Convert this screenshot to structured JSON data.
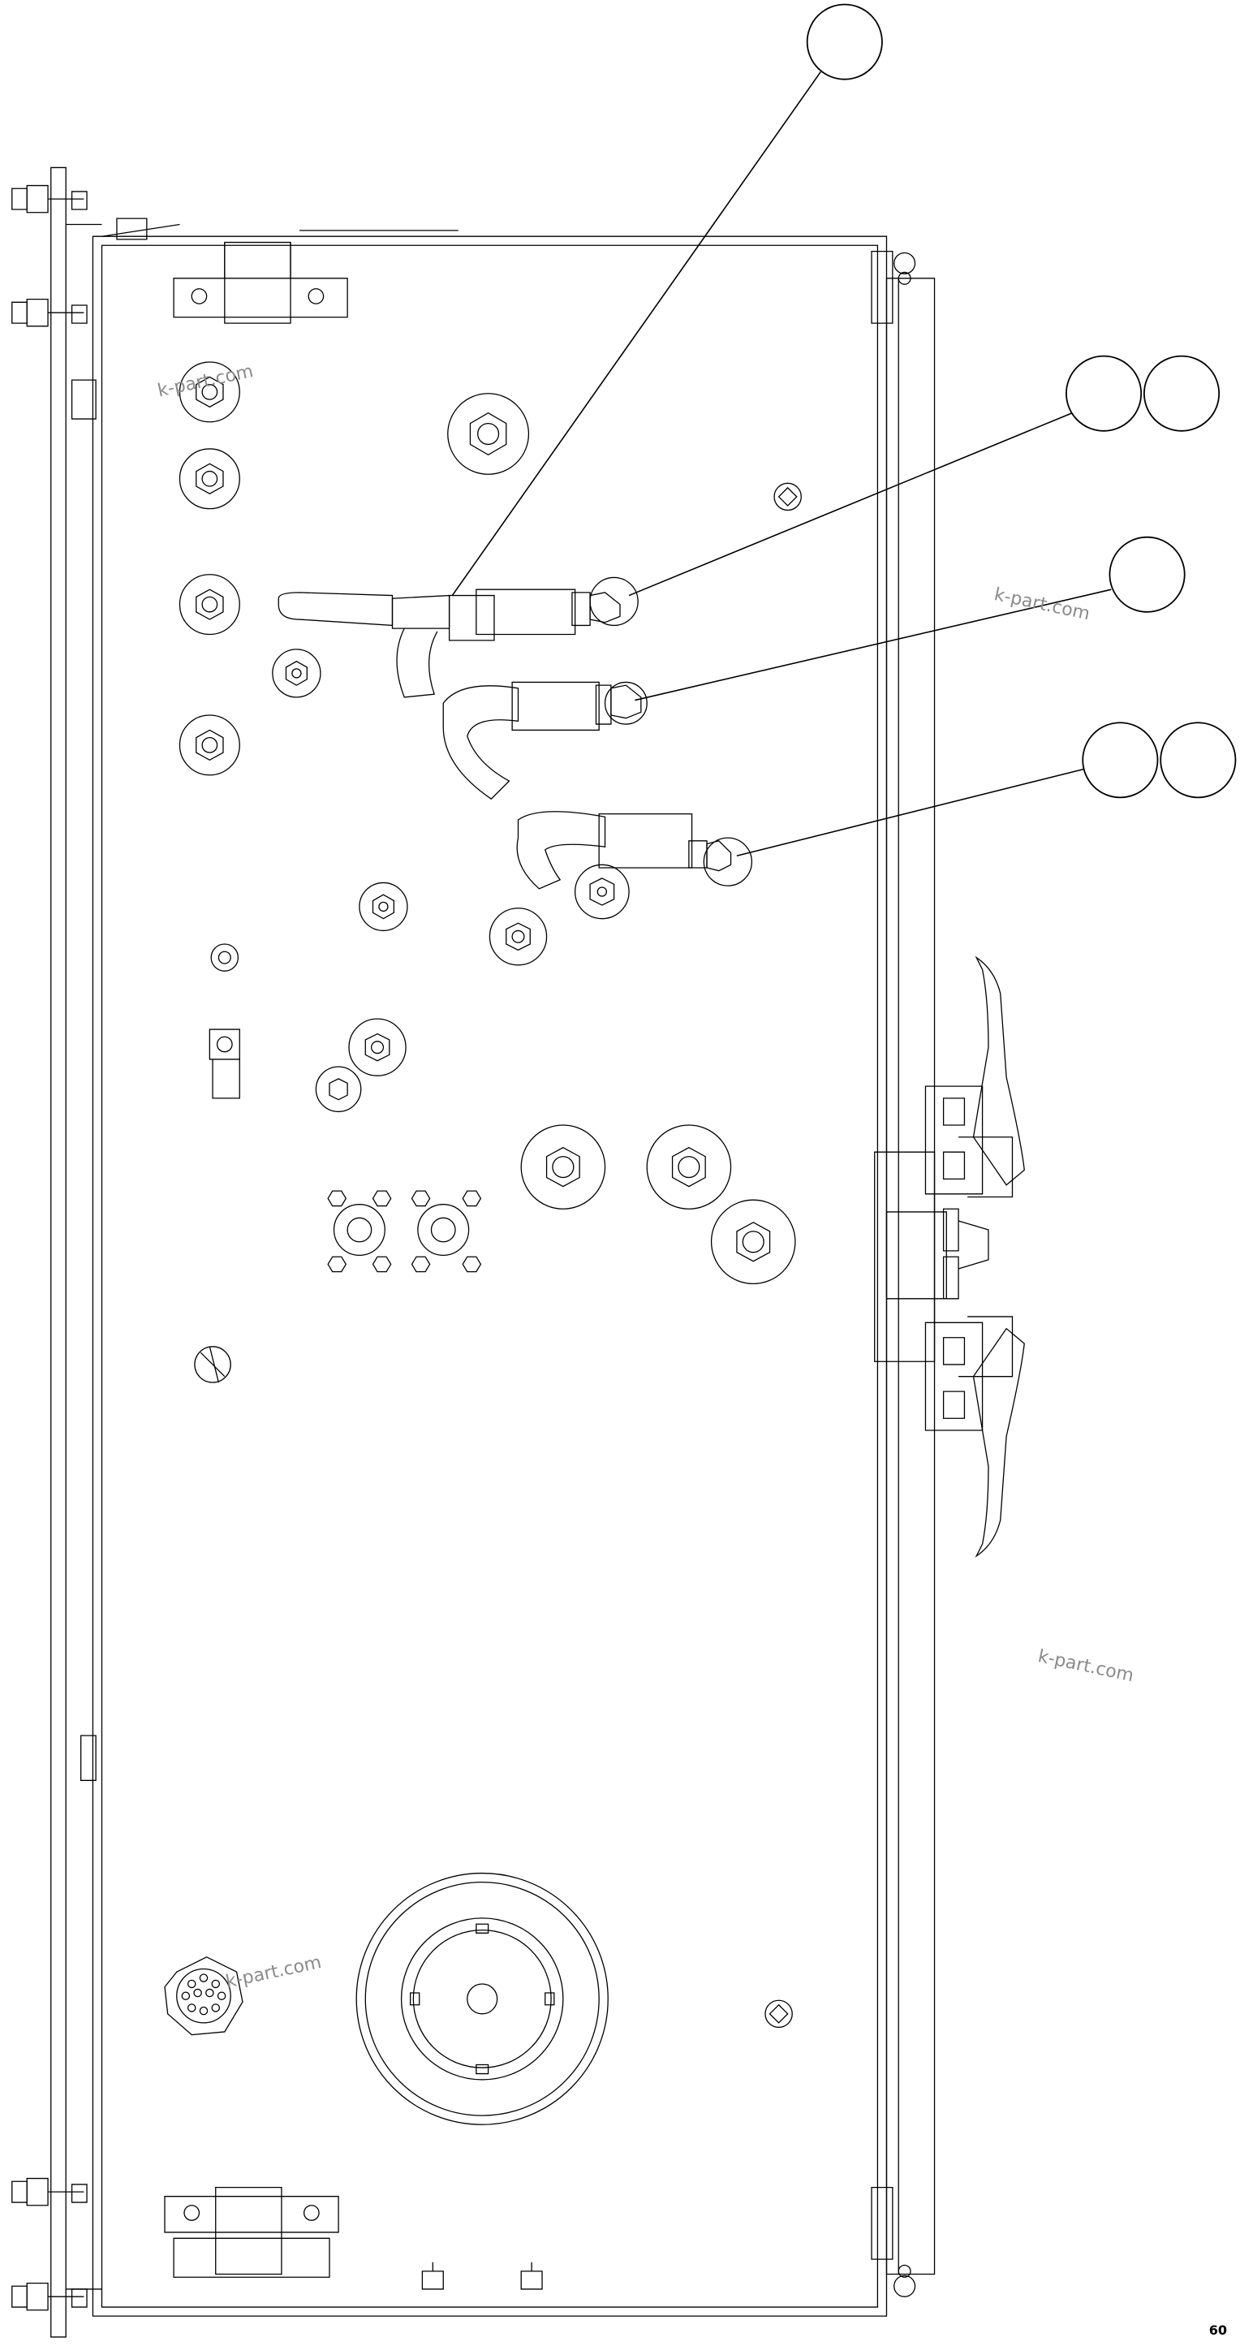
{
  "watermarks": [
    "k-part.com",
    "k-part.com",
    "k-part.com",
    "k-part.com"
  ],
  "callouts": [
    {
      "id": "callout-1",
      "label": ""
    },
    {
      "id": "callout-2a",
      "label": ""
    },
    {
      "id": "callout-2b",
      "label": ""
    },
    {
      "id": "callout-3",
      "label": ""
    },
    {
      "id": "callout-4a",
      "label": ""
    },
    {
      "id": "callout-4b",
      "label": ""
    }
  ],
  "page_marker": "60",
  "colors": {
    "line": "#000000",
    "background": "#ffffff",
    "watermark": "#8a8a8a"
  }
}
